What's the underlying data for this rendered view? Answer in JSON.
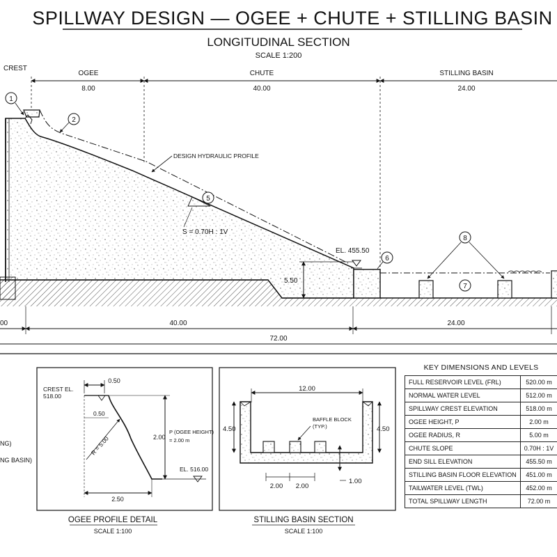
{
  "title": "SPILLWAY DESIGN — OGEE + CHUTE + STILLING BASIN",
  "section": {
    "title": "LONGITUDINAL SECTION",
    "scale": "SCALE 1:200",
    "crest_label": "CREST",
    "zones": [
      {
        "label": "OGEE",
        "dim": "8.00"
      },
      {
        "label": "CHUTE",
        "dim": "40.00"
      },
      {
        "label": "STILLING BASIN",
        "dim": "24.00"
      }
    ],
    "profile_label": "DESIGN HYDRAULIC PROFILE",
    "slope_label": "S = 0.70H : 1V",
    "el_label": "EL. 455.50",
    "sill_height": "5.50",
    "callouts": [
      "1",
      "2",
      "5",
      "6",
      "7",
      "8"
    ],
    "bottom_dims": {
      "left": "00",
      "chute": "40.00",
      "basin": "24.00",
      "total": "72.00"
    }
  },
  "legend_partial": [
    "NG)",
    "NG BASIN)"
  ],
  "ogee_detail": {
    "title": "OGEE PROFILE DETAIL",
    "scale": "SCALE 1:100",
    "crest_el_1": "CREST EL.",
    "crest_el_2": "518.00",
    "top_dim": "0.50",
    "inner_dim": "0.50",
    "radius": "R = 5.00",
    "height_dim": "2.00",
    "p_label_1": "P (OGEE HEIGHT)",
    "p_label_2": "= 2.00 m",
    "el_label": "EL. 516.00",
    "base_dim": "2.50"
  },
  "basin_section": {
    "title": "STILLING BASIN SECTION",
    "scale": "SCALE 1:100",
    "width_dim": "12.00",
    "wall_left": "4.50",
    "wall_right": "4.50",
    "baffle_1": "BAFFLE BLOCK",
    "baffle_2": "(TYP.)",
    "spacing_1": "2.00",
    "spacing_2": "2.00",
    "floor_dim": "1.00"
  },
  "key_table": {
    "title": "KEY DIMENSIONS AND LEVELS",
    "rows": [
      {
        "param": "FULL RESERVOIR LEVEL (FRL)",
        "value": "520.00 m"
      },
      {
        "param": "NORMAL WATER LEVEL",
        "value": "512.00 m"
      },
      {
        "param": "SPILLWAY CREST ELEVATION",
        "value": "518.00 m"
      },
      {
        "param": "OGEE HEIGHT, P",
        "value": "2.00 m"
      },
      {
        "param": "OGEE RADIUS, R",
        "value": "5.00 m"
      },
      {
        "param": "CHUTE SLOPE",
        "value": "0.70H : 1V"
      },
      {
        "param": "END SILL ELEVATION",
        "value": "455.50 m"
      },
      {
        "param": "STILLING BASIN FLOOR ELEVATION",
        "value": "451.00 m"
      },
      {
        "param": "TAILWATER LEVEL (TWL)",
        "value": "452.00 m"
      },
      {
        "param": "TOTAL SPILLWAY LENGTH",
        "value": "72.00 m"
      }
    ]
  }
}
